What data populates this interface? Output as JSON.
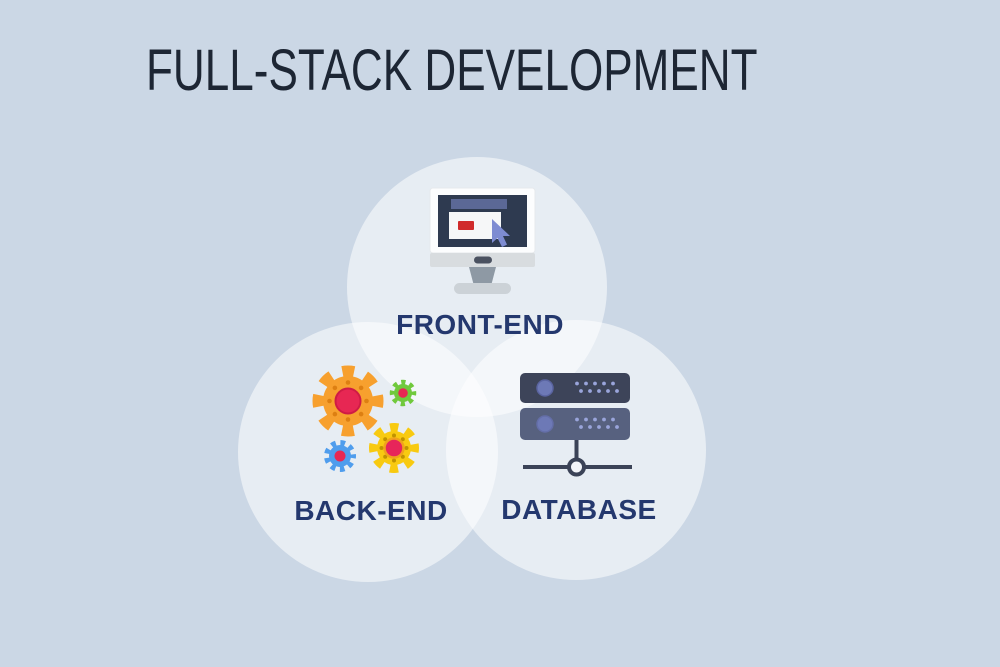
{
  "title": "FULL-STACK DEVELOPMENT",
  "diagram": {
    "type": "venn",
    "description": "Three overlapping circles representing the parts of full-stack development",
    "sets": [
      {
        "id": "front-end",
        "label": "FRONT-END",
        "icon": "monitor-browser-cursor-icon",
        "position": "top"
      },
      {
        "id": "back-end",
        "label": "BACK-END",
        "icon": "gears-icon",
        "position": "bottom-left"
      },
      {
        "id": "database",
        "label": "DATABASE",
        "icon": "server-stack-network-icon",
        "position": "bottom-right"
      }
    ]
  },
  "colors": {
    "background": "#cbd7e5",
    "circle_fill": "rgba(255,255,255,0.55)",
    "title_text": "#1d2634",
    "label_text": "#24386e",
    "monitor_screen": "#2e3a50",
    "monitor_bezel": "#fcfdfe",
    "browser_titlebar": "#5b6896",
    "browser_window": "#f6f7f8",
    "browser_button_red": "#d02b2b",
    "cursor_blue": "#7e8cd2",
    "gear_orange": "#f7a02e",
    "gear_yellow": "#f8ca10",
    "gear_green": "#70c93c",
    "gear_blue": "#4f9ded",
    "gear_center_red": "#e72753",
    "server_rack_top": "#3d4459",
    "server_rack_bottom": "#57617f",
    "server_light": "#6d79b6",
    "server_dots": "#9aa5db",
    "network_line": "#3b4357"
  }
}
